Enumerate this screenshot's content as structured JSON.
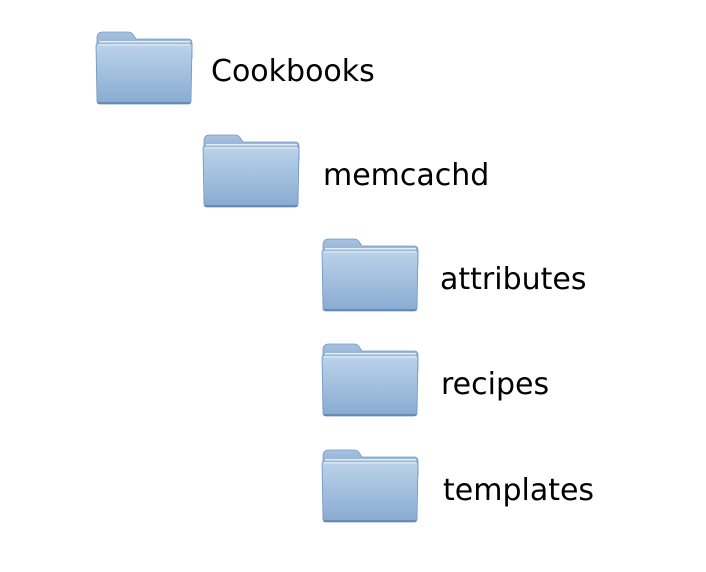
{
  "tree": {
    "folders": [
      {
        "label": "Cookbooks",
        "icon": "folder-icon",
        "depth": 0
      },
      {
        "label": "memcachd",
        "icon": "folder-icon",
        "depth": 1
      },
      {
        "label": "attributes",
        "icon": "folder-icon",
        "depth": 2
      },
      {
        "label": "recipes",
        "icon": "folder-icon",
        "depth": 2
      },
      {
        "label": "templates",
        "icon": "folder-icon",
        "depth": 2
      }
    ]
  },
  "colors": {
    "folder_body_top": "#b4cde6",
    "folder_body_bottom": "#8eb0d4",
    "folder_tab": "#9fbcdc",
    "folder_edge": "#6f94bd",
    "text": "#000000",
    "background": "#ffffff"
  }
}
